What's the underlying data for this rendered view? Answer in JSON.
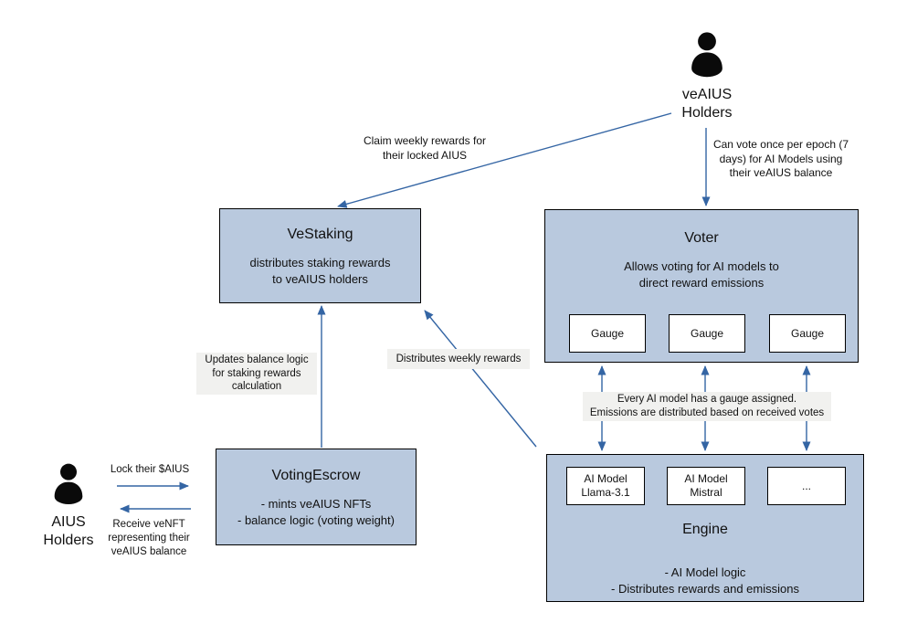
{
  "colors": {
    "box_fill": "#b9c9de",
    "box_border": "#000000",
    "arrow": "#3465a4",
    "label_bg": "#f1f1ef",
    "text": "#111111",
    "inner_box_fill": "#ffffff"
  },
  "actors": {
    "veaius": {
      "name": "veAIUS\nHolders"
    },
    "aius": {
      "name": "AIUS\nHolders"
    }
  },
  "boxes": {
    "vestaking": {
      "title": "VeStaking",
      "body": "distributes staking rewards\nto veAIUS holders"
    },
    "voter": {
      "title": "Voter",
      "body": "Allows voting for AI models to\ndirect reward emissions",
      "gauges": [
        "Gauge",
        "Gauge",
        "Gauge"
      ]
    },
    "votingescrow": {
      "title": "VotingEscrow",
      "body": "- mints veAIUS NFTs\n- balance logic (voting weight)"
    },
    "engine": {
      "title": "Engine",
      "body": "- AI Model logic\n- Distributes rewards and emissions",
      "models": [
        "AI Model\nLlama-3.1",
        "AI Model\nMistral",
        "..."
      ]
    }
  },
  "labels": {
    "claim": "Claim weekly rewards for\ntheir locked AIUS",
    "vote": "Can vote once per epoch (7\ndays)  for AI Models using\ntheir veAIUS balance",
    "updates": "Updates balance logic\nfor staking rewards\ncalculation",
    "distributes": "Distributes weekly rewards",
    "gauge_note": "Every AI model has a gauge assigned.\nEmissions are distributed based on received votes",
    "lock": "Lock their $AIUS",
    "receive": "Receive veNFT\nrepresenting their\nveAIUS balance"
  }
}
